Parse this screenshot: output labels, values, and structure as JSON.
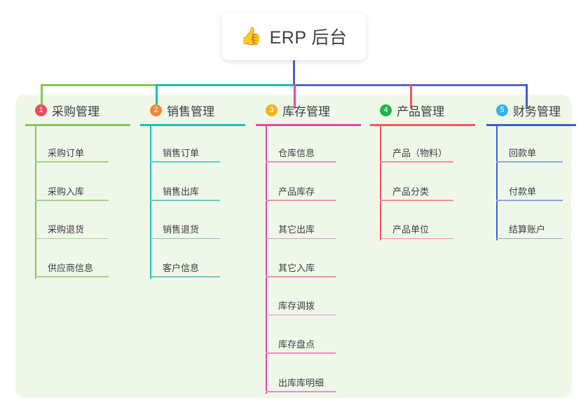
{
  "root": {
    "icon": "thumbs-up-icon",
    "emoji": "👍",
    "title": "ERP 后台"
  },
  "panel": {
    "background_color": "#eff7e9"
  },
  "connector": {
    "trunk_color": "#4f5dc0",
    "segment_colors": [
      "#86c44f",
      "#19bfb4",
      "#5a68c4"
    ]
  },
  "branches": [
    {
      "number": "1",
      "title": "采购管理",
      "badge_color": "#ef4a5e",
      "line_color": "#86c44f",
      "item_line_color": "#a9d188",
      "items": [
        {
          "label": "采购订单"
        },
        {
          "label": "采购入库"
        },
        {
          "label": "采购退货"
        },
        {
          "label": "供应商信息"
        }
      ]
    },
    {
      "number": "2",
      "title": "销售管理",
      "badge_color": "#f58634",
      "line_color": "#19bfb4",
      "item_line_color": "#69ccc6",
      "items": [
        {
          "label": "销售订单"
        },
        {
          "label": "销售出库"
        },
        {
          "label": "销售退货"
        },
        {
          "label": "客户信息"
        }
      ]
    },
    {
      "number": "3",
      "title": "库存管理",
      "badge_color": "#f9b117",
      "line_color": "#e8489c",
      "item_line_color": "#ef8ec0",
      "items": [
        {
          "label": "仓库信息"
        },
        {
          "label": "产品库存"
        },
        {
          "label": "其它出库"
        },
        {
          "label": "其它入库"
        },
        {
          "label": "库存调拨"
        },
        {
          "label": "库存盘点"
        },
        {
          "label": "出库库明细"
        }
      ]
    },
    {
      "number": "4",
      "title": "产品管理",
      "badge_color": "#21b34c",
      "line_color": "#f2575f",
      "item_line_color": "#f39099",
      "items": [
        {
          "label": "产品（物料）"
        },
        {
          "label": "产品分类"
        },
        {
          "label": "产品单位"
        }
      ]
    },
    {
      "number": "5",
      "title": "财务管理",
      "badge_color": "#33b3e6",
      "line_color": "#3b5fd0",
      "item_line_color": "#8ba6de",
      "items": [
        {
          "label": "回款单"
        },
        {
          "label": "付款单"
        },
        {
          "label": "结算账户"
        }
      ]
    }
  ]
}
